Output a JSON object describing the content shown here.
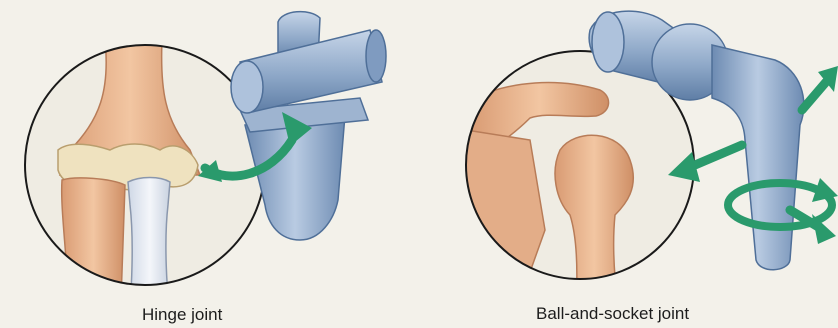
{
  "panels": [
    {
      "caption": "Hinge joint"
    },
    {
      "caption": "Ball-and-socket joint"
    }
  ],
  "colors": {
    "paper": "#f3f1ea",
    "bone": "#e9b58f",
    "bone_shadow": "#c98a63",
    "bone_light": "#f6d3b4",
    "cartilage": "#efe6c8",
    "model_blue": "#8fa9c9",
    "model_blue_dark": "#5f7ea6",
    "model_blue_light": "#c5d4e6",
    "arrow_green": "#2a9a6c",
    "outline": "#1a1a1a"
  },
  "icons": [
    "hinge-joint-illustration",
    "ball-and-socket-joint-illustration",
    "rotation-arrow-icon"
  ]
}
